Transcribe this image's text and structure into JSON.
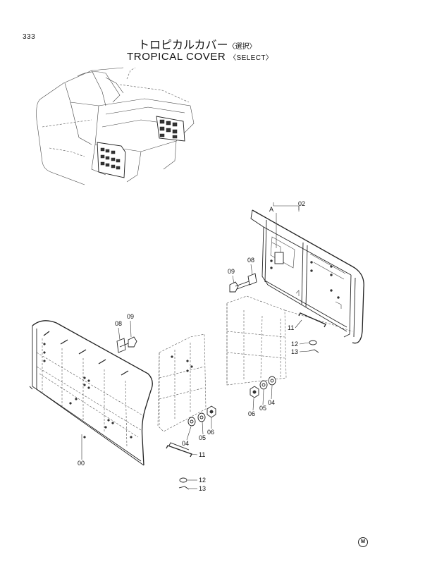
{
  "page": {
    "number": "333",
    "title_jp": "トロピカルカバー",
    "title_jp_note": "〈選択〉",
    "title_en": "TROPICAL COVER",
    "title_en_note": "〈SELECT〉"
  },
  "labels": {
    "view_a": "A",
    "p02": "02",
    "p08_top": "08",
    "p09_top": "09",
    "p11_top": "11",
    "p12_top": "12",
    "p13_top": "13",
    "p06_top": "06",
    "p05_top": "05",
    "p04_top": "04",
    "p08_left": "08",
    "p09_left": "09",
    "p04_bot": "04",
    "p05_bot": "05",
    "p06_bot": "06",
    "p11_bot": "11",
    "p00": "00",
    "p12_bot": "12",
    "p13_bot": "13"
  },
  "logo": "M"
}
